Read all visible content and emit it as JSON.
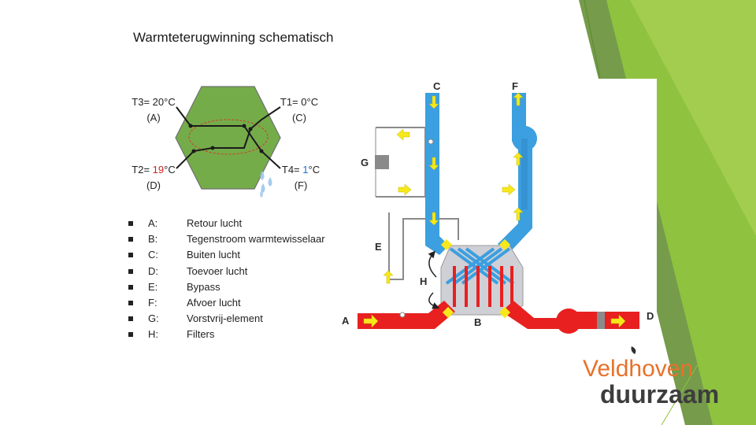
{
  "slide": {
    "title": "Warmteterugwinning schematisch"
  },
  "temps": {
    "t3": {
      "label": "T3= 20°C",
      "sub": "(A)"
    },
    "t1": {
      "label": "T1= 0°C",
      "sub": "(C)"
    },
    "t2": {
      "prefix": "T2= ",
      "value": "19",
      "suffix": "°C",
      "sub": "(D)"
    },
    "t4": {
      "prefix": "T4= ",
      "value": "1",
      "suffix": "°C",
      "sub": "(F)"
    }
  },
  "legend": [
    {
      "key": "A:",
      "value": "Retour lucht"
    },
    {
      "key": "B:",
      "value": "Tegenstroom warmtewisselaar"
    },
    {
      "key": "C:",
      "value": "Buiten lucht"
    },
    {
      "key": "D:",
      "value": "Toevoer lucht"
    },
    {
      "key": "E:",
      "value": "Bypass"
    },
    {
      "key": "F:",
      "value": "Afvoer lucht"
    },
    {
      "key": "G:",
      "value": "Vorstvrij-element"
    },
    {
      "key": "H:",
      "value": "Filters"
    }
  ],
  "diagram_labels": {
    "c": "C",
    "f": "F",
    "g": "G",
    "e": "E",
    "h": "H",
    "a": "A",
    "b": "B",
    "d": "D"
  },
  "logo": {
    "line1": "Veldhoven",
    "line2": "duurzaam"
  },
  "colors": {
    "green_dark": "#5d8a2c",
    "green_light": "#8fc23f",
    "hex_fill": "#75ac4a",
    "cold_blue": "#3b9fe0",
    "warm_red": "#e82020",
    "arrow_yellow": "#f6e81a",
    "logo_orange": "#e8712a",
    "logo_dark": "#3d3d3d"
  },
  "icons": [
    "water-drops-icon",
    "leaf-icon",
    "bullet-square-icon"
  ]
}
